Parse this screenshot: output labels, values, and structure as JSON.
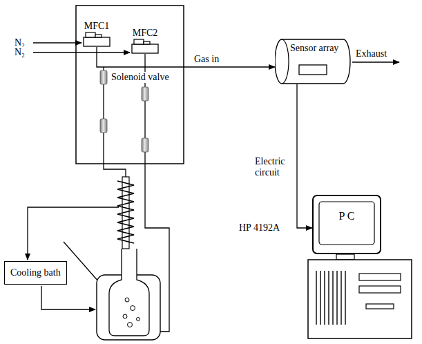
{
  "diagram": {
    "nodes": [
      {
        "text": [
          "MFC1"
        ]
      },
      {
        "text": [
          "MFC2"
        ]
      },
      {
        "text": [
          "Sensor array"
        ]
      },
      {
        "text": [
          "Cooling bath"
        ]
      },
      {
        "text": [
          "P C"
        ]
      }
    ],
    "edges": [
      {
        "from": 0,
        "to": 2,
        "arrow": "to",
        "label": "Gas in"
      },
      {
        "from": 2,
        "to": 4,
        "arrow": "to"
      }
    ],
    "labels": [
      "N₂",
      "N₂",
      "Solenoid valve",
      "Electric circuit",
      "HP 4192A",
      "Exhaust"
    ]
  }
}
